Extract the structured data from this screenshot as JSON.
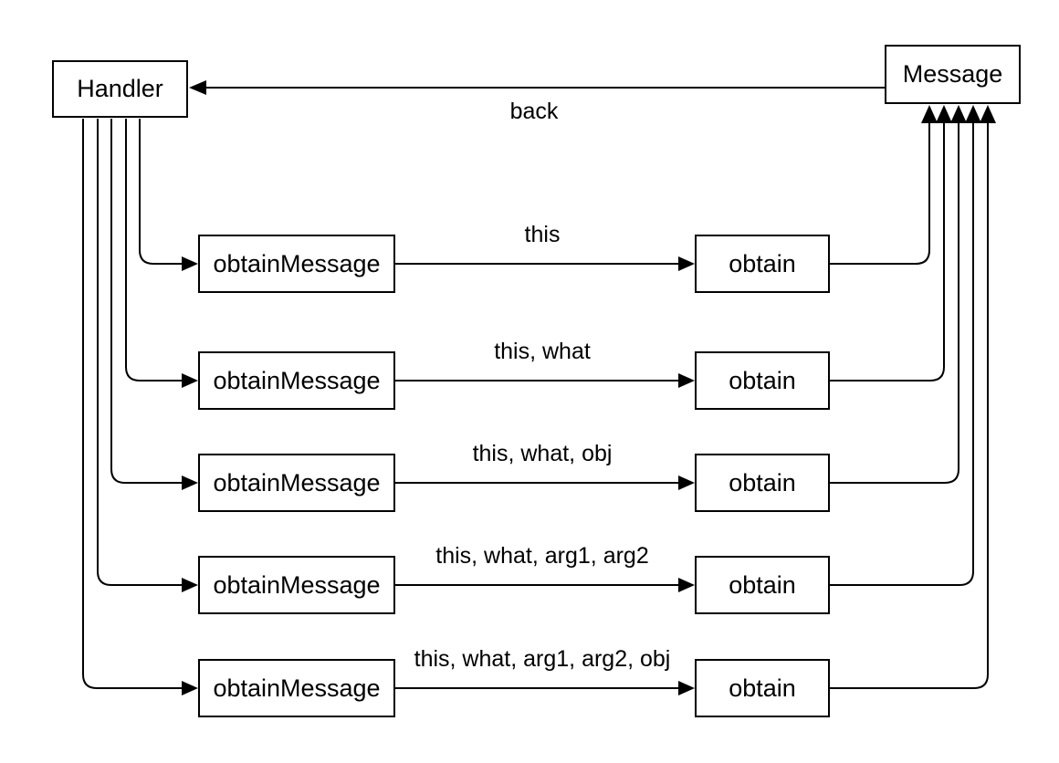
{
  "diagram": {
    "nodes": {
      "handler": "Handler",
      "message": "Message"
    },
    "back_edge": {
      "label": "back"
    },
    "rows": [
      {
        "call": "obtainMessage",
        "factory": "obtain",
        "args": "this"
      },
      {
        "call": "obtainMessage",
        "factory": "obtain",
        "args": "this, what"
      },
      {
        "call": "obtainMessage",
        "factory": "obtain",
        "args": "this, what, obj"
      },
      {
        "call": "obtainMessage",
        "factory": "obtain",
        "args": "this, what, arg1, arg2"
      },
      {
        "call": "obtainMessage",
        "factory": "obtain",
        "args": "this, what, arg1, arg2, obj"
      }
    ],
    "colors": {
      "background": "#ffffff",
      "line": "#000000",
      "box_border": "#000000",
      "box_fill": "#ffffff",
      "text": "#000000"
    }
  }
}
